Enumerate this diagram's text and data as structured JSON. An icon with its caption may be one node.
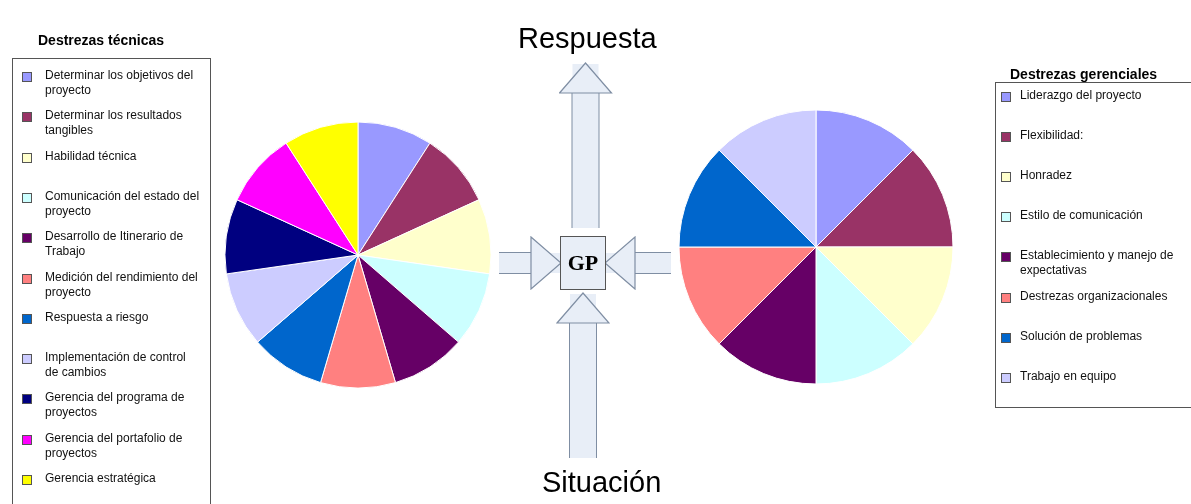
{
  "diagram": {
    "nodes": [
      {
        "text": [],
        "shape": "picture"
      },
      {
        "text": [
          "GP"
        ]
      },
      {
        "text": [],
        "shape": "picture"
      },
      {
        "text": [
          "Respuesta"
        ]
      },
      {
        "text": [
          "Situación"
        ]
      }
    ],
    "edges": [
      {
        "from": 0,
        "to": 1,
        "arrow": "to"
      },
      {
        "from": 2,
        "to": 1,
        "arrow": "to"
      },
      {
        "from": 4,
        "to": 1,
        "arrow": "to"
      },
      {
        "from": 1,
        "to": 3,
        "arrow": "to"
      }
    ],
    "labels": [
      "Destrezas técnicas",
      "Destrezas gerenciales"
    ],
    "legend": [
      {
        "text": "Determinar los objetivos del proyecto",
        "color": "#9999ff"
      },
      {
        "text": "Determinar los resultados tangibles",
        "color": "#993366"
      },
      {
        "text": "Habilidad técnica",
        "color": "#ffffcc"
      },
      {
        "text": "Comunicación del estado del proyecto",
        "color": "#ccffff"
      },
      {
        "text": "Desarrollo de Itinerario de Trabajo",
        "color": "#660066"
      },
      {
        "text": "Medición del rendimiento del proyecto",
        "color": "#ff8080"
      },
      {
        "text": "Respuesta a riesgo",
        "color": "#0066cc"
      },
      {
        "text": "Implementación de control de cambios",
        "color": "#ccccff"
      },
      {
        "text": "Gerencia del programa de proyectos",
        "color": "#000080"
      },
      {
        "text": "Gerencia del portafolio de proyectos",
        "color": "#ff00ff"
      },
      {
        "text": "Gerencia estratégica",
        "color": "#ffff00"
      },
      {
        "text": "Liderazgo del proyecto",
        "color": "#9999ff"
      },
      {
        "text": "Flexibilidad:",
        "color": "#993366"
      },
      {
        "text": "Honradez",
        "color": "#ffffcc"
      },
      {
        "text": "Estilo de comunicación",
        "color": "#ccffff"
      },
      {
        "text": "Establecimiento y manejo de expectativas",
        "color": "#660066"
      },
      {
        "text": "Destrezas organizacionales",
        "color": "#ff8080"
      },
      {
        "text": "Solución de problemas",
        "color": "#0066cc"
      },
      {
        "text": "Trabajo en equipo",
        "color": "#ccccff"
      }
    ]
  }
}
